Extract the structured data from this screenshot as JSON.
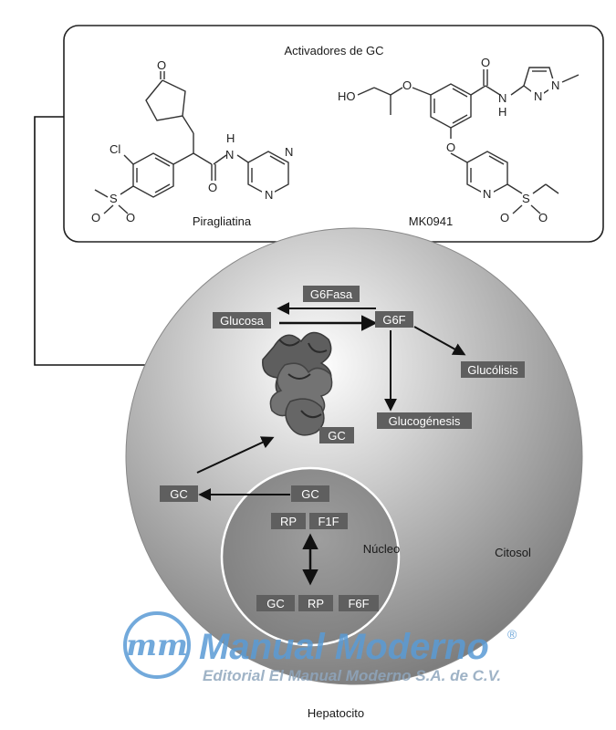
{
  "activators": {
    "title": "Activadores de GC",
    "compound1": {
      "name": "Piragliatina",
      "atoms": {
        "O1": "O",
        "Cl": "Cl",
        "S": "S",
        "O2": "O",
        "O3": "O",
        "H": "H",
        "N": "N",
        "O4": "O",
        "N2": "N",
        "N3": "N"
      }
    },
    "compound2": {
      "name": "MK0941",
      "atoms": {
        "HO": "HO",
        "O1": "O",
        "O2": "O",
        "O3": "O",
        "H": "H",
        "N": "N",
        "N2": "N",
        "N3": "N",
        "N4": "N",
        "S": "S",
        "O4": "O",
        "O5": "O"
      }
    }
  },
  "cell": {
    "name": "Hepatocito",
    "cytosol_label": "Citosol",
    "nucleus_label": "Núcleo",
    "boxes": {
      "g6fasa": "G6Fasa",
      "glucosa": "Glucosa",
      "g6f": "G6F",
      "glucolisis": "Glucólisis",
      "glucogenesis": "Glucogénesis",
      "gc_enzyme": "GC",
      "gc_cyto": "GC",
      "gc_nuc_top": "GC",
      "rp_top": "RP",
      "f1f": "F1F",
      "gc_nuc_bottom": "GC",
      "rp_bottom": "RP",
      "f6f": "F6F"
    }
  },
  "watermark": {
    "brand": "Manual Moderno",
    "registered": "®",
    "subtitle": "Editorial El Manual Moderno S.A. de C.V.",
    "logo_text": "mm",
    "color": "#5a9bd5"
  }
}
